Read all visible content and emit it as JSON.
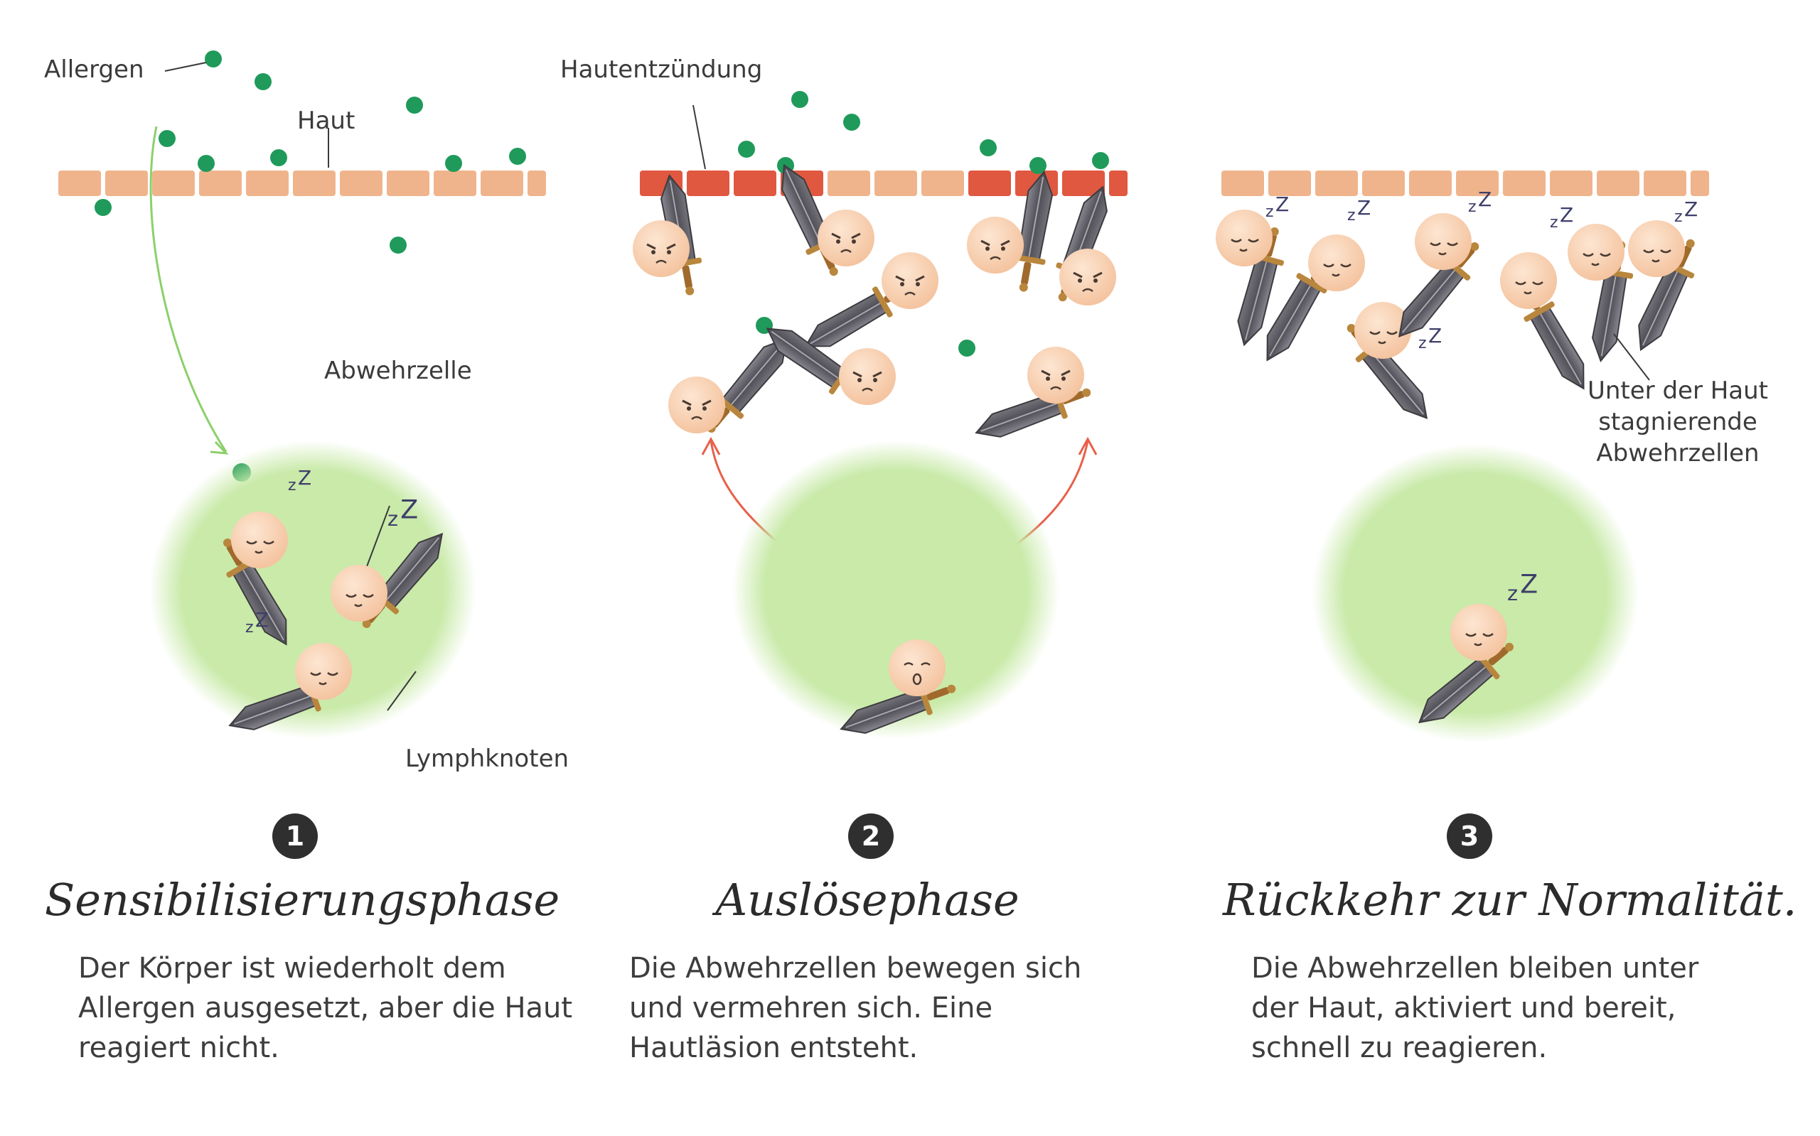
{
  "labels": {
    "allergen": "Allergen",
    "haut": "Haut",
    "hautentzuendung": "Hautentzündung",
    "abwehrzelle": "Abwehrzelle",
    "lymphknoten": "Lymphknoten",
    "stagnierend": "Unter der Haut stagnierende Abwehrzellen"
  },
  "phases": [
    {
      "number": "1",
      "title": "Sensibilisierungsphase",
      "description": "Der Körper ist wiederholt dem Allergen ausgesetzt, aber die Haut reagiert nicht."
    },
    {
      "number": "2",
      "title": "Auslösephase",
      "description": "Die Abwehrzellen bewegen sich und vermehren sich. Eine Hautläsion entsteht."
    },
    {
      "number": "3",
      "title": "Rückkehr zur Normalität.",
      "description": "Die Abwehrzellen bleiben unter der Haut, aktiviert und bereit, schnell zu reagieren."
    }
  ],
  "colors": {
    "skin": "#f0b48c",
    "skin_inflamed": "#e0583f",
    "allergen": "#1f9a5a",
    "lymph": "#c5e8a6",
    "cell": "#fbd9bf",
    "sword": "#5c5a60",
    "arrow_green": "#8cd06a",
    "arrow_red": "#e8604a"
  },
  "icons": [
    "sleeping-cell-icon",
    "angry-cell-icon",
    "sword-icon",
    "zzz-icon",
    "allergen-dot-icon"
  ]
}
